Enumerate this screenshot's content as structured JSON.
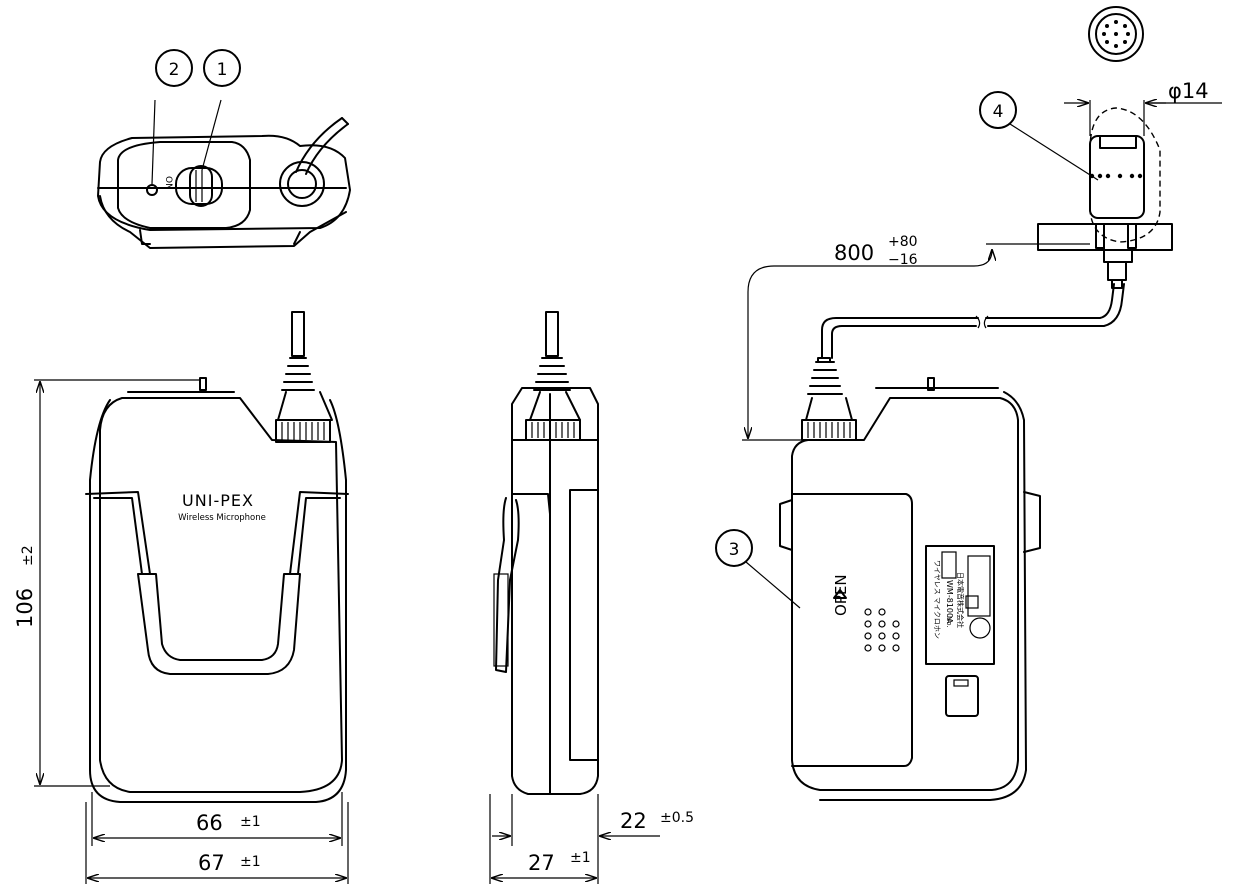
{
  "callouts": [
    "1",
    "2",
    "3",
    "4"
  ],
  "switch_label": "ON",
  "brand": {
    "name": "UNI-PEX",
    "subtitle": "Wireless Microphone"
  },
  "rear_label": {
    "open": "OPEN",
    "line1": "ワイヤレス マイクロホン",
    "model": "WM-8100A",
    "no": "No.",
    "maker": "日本電音株式会社"
  },
  "dimensions": {
    "height": {
      "value": "106",
      "tol": "±2"
    },
    "width_inner": {
      "value": "66",
      "tol": "±1"
    },
    "width_outer": {
      "value": "67",
      "tol": "±1"
    },
    "depth_outer": {
      "value": "27",
      "tol": "±1"
    },
    "depth_body": {
      "value": "22",
      "tol": "±0.5"
    },
    "cable": {
      "value": "800",
      "tol_plus": "+80",
      "tol_minus": "−16"
    },
    "mic_diameter": {
      "value": "φ14"
    }
  }
}
